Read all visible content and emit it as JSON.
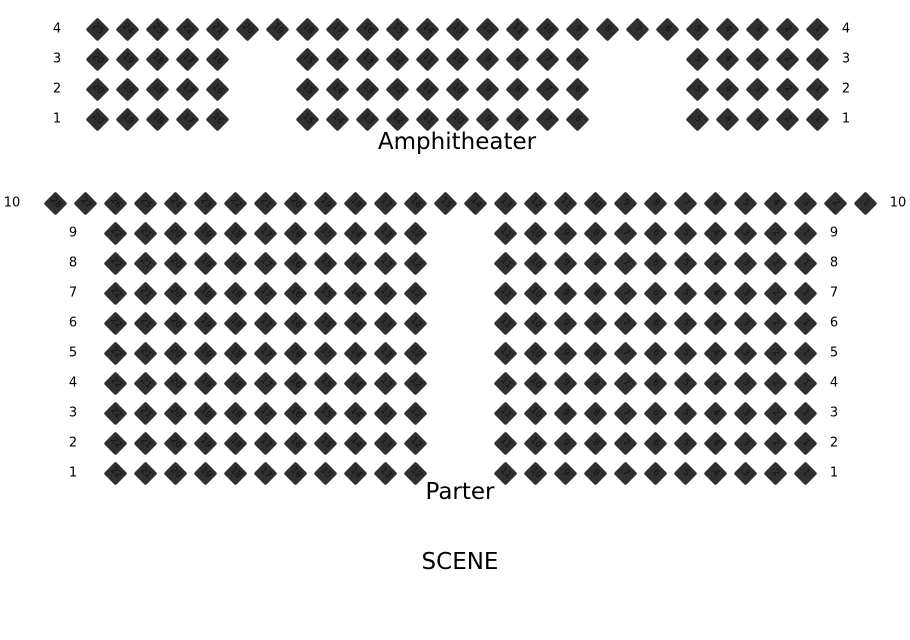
{
  "sections": [
    {
      "name": "Amphitheater",
      "rows": [
        {
          "row": "4",
          "blocks": [
            [
              25,
              24,
              23,
              22,
              21,
              20,
              19,
              18,
              17,
              16,
              15,
              14,
              13,
              12,
              11,
              10,
              9,
              8,
              7,
              6,
              5,
              4,
              3,
              2,
              1
            ]
          ]
        },
        {
          "row": "3",
          "blocks": [
            [
              20,
              19,
              18,
              17,
              16
            ],
            [
              15,
              14,
              13,
              12,
              11,
              10,
              9,
              8,
              7,
              6
            ],
            [
              5,
              4,
              3,
              2,
              1
            ]
          ]
        },
        {
          "row": "2",
          "blocks": [
            [
              20,
              19,
              18,
              17,
              16
            ],
            [
              15,
              14,
              13,
              12,
              11,
              10,
              9,
              8,
              7,
              6
            ],
            [
              5,
              4,
              3,
              2,
              1
            ]
          ]
        },
        {
          "row": "1",
          "blocks": [
            [
              20,
              19,
              18,
              17,
              16
            ],
            [
              15,
              14,
              13,
              12,
              11,
              10,
              9,
              8,
              7,
              6
            ],
            [
              5,
              4,
              3,
              2,
              1
            ]
          ]
        }
      ]
    },
    {
      "name": "Parter",
      "rows": [
        {
          "row": "10",
          "blocks": [
            [
              28,
              27,
              26,
              25,
              24,
              23,
              22,
              21,
              20,
              19,
              18,
              17,
              16,
              15,
              14,
              13,
              12,
              11,
              10,
              9,
              8,
              7,
              6,
              5,
              4,
              3,
              2,
              1
            ]
          ]
        },
        {
          "row": "9",
          "blocks": [
            [
              22,
              21,
              20,
              19,
              18,
              17,
              16,
              15,
              14,
              13,
              12
            ],
            [
              11,
              10,
              9,
              8,
              7,
              6,
              5,
              4,
              3,
              2,
              1
            ]
          ]
        },
        {
          "row": "8",
          "blocks": [
            [
              22,
              21,
              20,
              19,
              18,
              17,
              16,
              15,
              14,
              13,
              12
            ],
            [
              11,
              10,
              9,
              8,
              7,
              6,
              5,
              4,
              3,
              2,
              1
            ]
          ]
        },
        {
          "row": "7",
          "blocks": [
            [
              22,
              21,
              20,
              19,
              18,
              17,
              16,
              15,
              14,
              13,
              12
            ],
            [
              11,
              10,
              9,
              8,
              7,
              6,
              5,
              4,
              3,
              2,
              1
            ]
          ]
        },
        {
          "row": "6",
          "blocks": [
            [
              22,
              21,
              20,
              19,
              18,
              17,
              16,
              15,
              14,
              13,
              12
            ],
            [
              11,
              10,
              9,
              8,
              7,
              6,
              5,
              4,
              3,
              2,
              1
            ]
          ]
        },
        {
          "row": "5",
          "blocks": [
            [
              22,
              21,
              20,
              19,
              18,
              17,
              16,
              15,
              14,
              13,
              12
            ],
            [
              11,
              10,
              9,
              8,
              7,
              6,
              5,
              4,
              3,
              2,
              1
            ]
          ]
        },
        {
          "row": "4",
          "blocks": [
            [
              22,
              21,
              20,
              19,
              18,
              17,
              16,
              15,
              14,
              13,
              12
            ],
            [
              11,
              10,
              9,
              8,
              7,
              6,
              5,
              4,
              3,
              2,
              1
            ]
          ]
        },
        {
          "row": "3",
          "blocks": [
            [
              22,
              21,
              20,
              19,
              18,
              17,
              16,
              15,
              14,
              13,
              12
            ],
            [
              11,
              10,
              9,
              8,
              7,
              6,
              5,
              4,
              3,
              2,
              1
            ]
          ]
        },
        {
          "row": "2",
          "blocks": [
            [
              22,
              21,
              20,
              19,
              18,
              17,
              16,
              15,
              14,
              13,
              12
            ],
            [
              11,
              10,
              9,
              8,
              7,
              6,
              5,
              4,
              3,
              2,
              1
            ]
          ]
        },
        {
          "row": "1",
          "blocks": [
            [
              22,
              21,
              20,
              19,
              18,
              17,
              16,
              15,
              14,
              13,
              12
            ],
            [
              11,
              10,
              9,
              8,
              7,
              6,
              5,
              4,
              3,
              2,
              1
            ]
          ]
        }
      ]
    }
  ],
  "stage_label": "SCENE",
  "colors": {
    "seat": "#303030",
    "seat_text": "#111111"
  }
}
